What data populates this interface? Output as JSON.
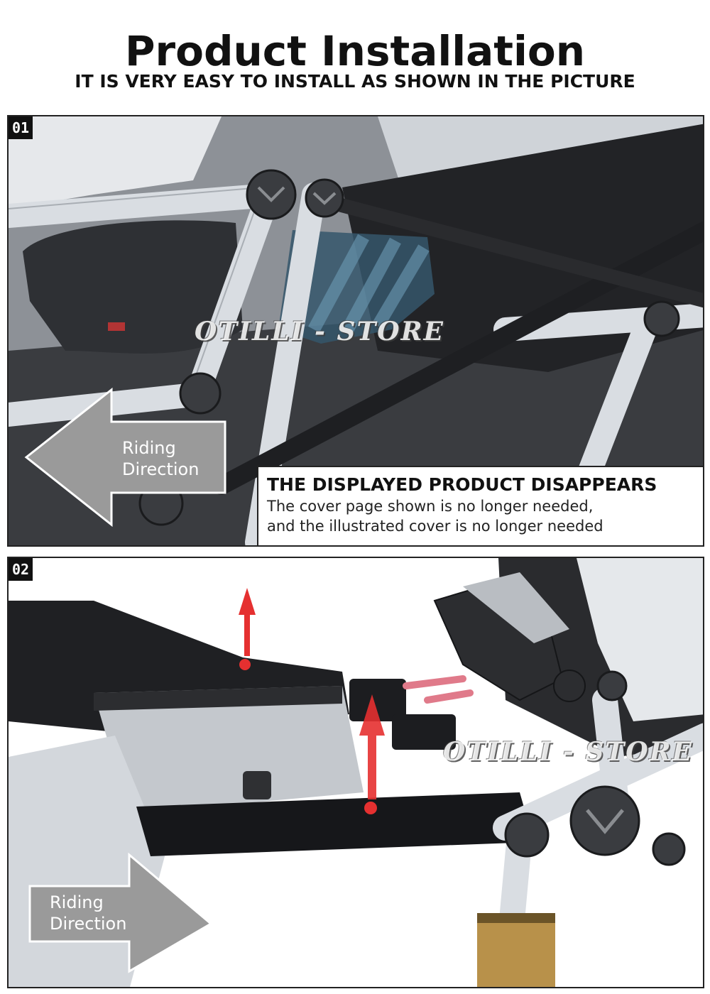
{
  "header": {
    "title": "Product Installation",
    "subtitle": "IT IS VERY EASY TO INSTALL AS SHOWN IN THE PICTURE"
  },
  "steps": [
    {
      "number": "01",
      "watermark": "OTILLI - STORE",
      "arrow_label_line1": "Riding",
      "arrow_label_line2": "Direction",
      "notice": {
        "title": "THE DISPLAYED PRODUCT DISAPPEARS",
        "line1": "The cover page shown is no longer needed,",
        "line2": "and the illustrated cover is no longer needed"
      }
    },
    {
      "number": "02",
      "watermark": "OTILLI - STORE",
      "arrow_label_line1": "Riding",
      "arrow_label_line2": "Direction"
    }
  ],
  "colors": {
    "frame_silver": "#d7dbe0",
    "dark_plastic": "#2b2d30",
    "arrow_gray": "#9a9a9a",
    "highlight_red": "#e53030",
    "product_blue": "#3a6a86"
  }
}
